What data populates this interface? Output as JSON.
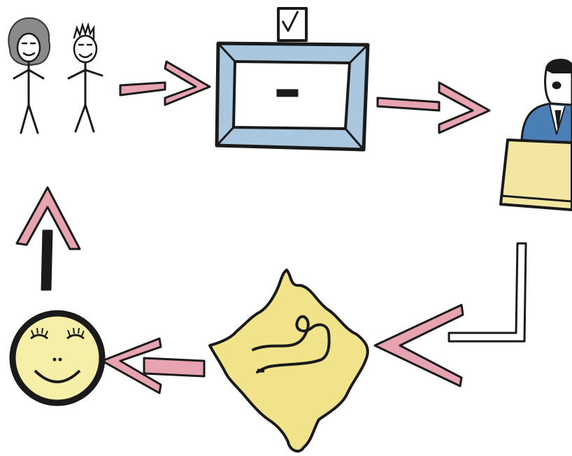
{
  "drawing": {
    "nodes": [
      {
        "id": "voters",
        "icon": "two-people"
      },
      {
        "id": "ballot-box",
        "icon": "ballot-box-with-tick"
      },
      {
        "id": "elected-official",
        "icon": "official-at-desk"
      },
      {
        "id": "country",
        "icon": "kosovo-map"
      },
      {
        "id": "wellbeing",
        "icon": "smiling-face"
      }
    ],
    "flow": [
      "voters",
      "ballot-box",
      "elected-official",
      "country",
      "wellbeing",
      "voters"
    ],
    "colors": {
      "outline": "#1a1a1a",
      "arrow_fill": "#e8a3b0",
      "box_blue": "#a9c8e0",
      "desk_yellow": "#f3e6a3",
      "map_yellow": "#f0e38a",
      "face_yellow": "#f6efa8",
      "suit_blue": "#4a7fb5",
      "hair_gray": "#8a8a8a"
    }
  }
}
